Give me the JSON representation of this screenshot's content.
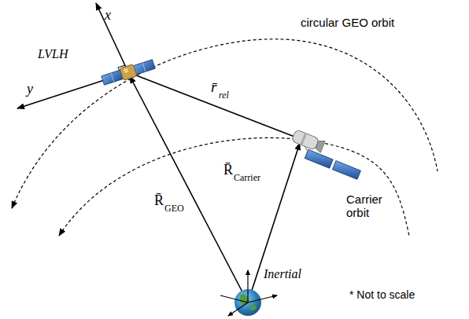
{
  "diagram": {
    "labels": [
      "LVLH",
      "x",
      "y",
      "circular GEO orbit",
      "r̄",
      "rel",
      "R̄",
      "GEO",
      "R̄",
      "Carrier",
      "Carrier orbit",
      "Inertial",
      "* Not to scale"
    ]
  }
}
